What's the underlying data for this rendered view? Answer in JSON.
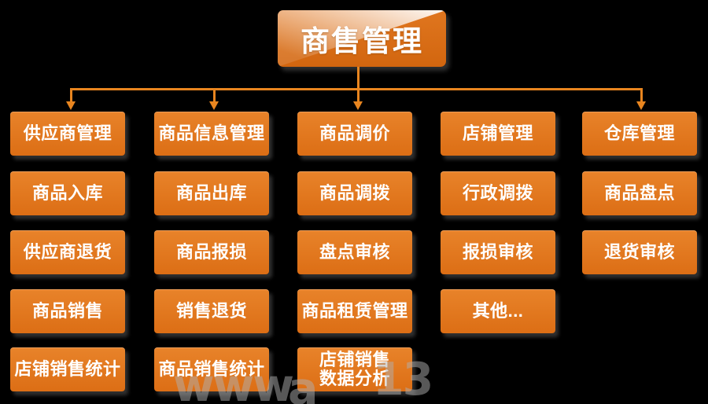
{
  "root": {
    "label": "商售管理"
  },
  "columns": [
    {
      "items": [
        "供应商管理",
        "商品入库",
        "供应商退货",
        "商品销售",
        "店铺销售统计"
      ]
    },
    {
      "items": [
        "商品信息管理",
        "商品出库",
        "商品报损",
        "销售退货",
        "商品销售统计"
      ]
    },
    {
      "items": [
        "商品调价",
        "商品调拨",
        "盘点审核",
        "商品租赁管理",
        "店铺销售\n数据分析"
      ]
    },
    {
      "items": [
        "店铺管理",
        "行政调拨",
        "报损审核",
        "其他..."
      ]
    },
    {
      "items": [
        "仓库管理",
        "商品盘点",
        "退货审核"
      ]
    }
  ],
  "watermark": {
    "fragments": [
      "www",
      "a",
      "13"
    ]
  },
  "colors": {
    "background": "#000000",
    "node_fill_light": "#e8832a",
    "node_fill_dark": "#dc6e15",
    "banner_fill": "#e0761f",
    "banner_fill_dark": "#d2660f",
    "connector": "#e8851f",
    "node_text": "#ffffff",
    "watermark": "#b0b0b0"
  }
}
